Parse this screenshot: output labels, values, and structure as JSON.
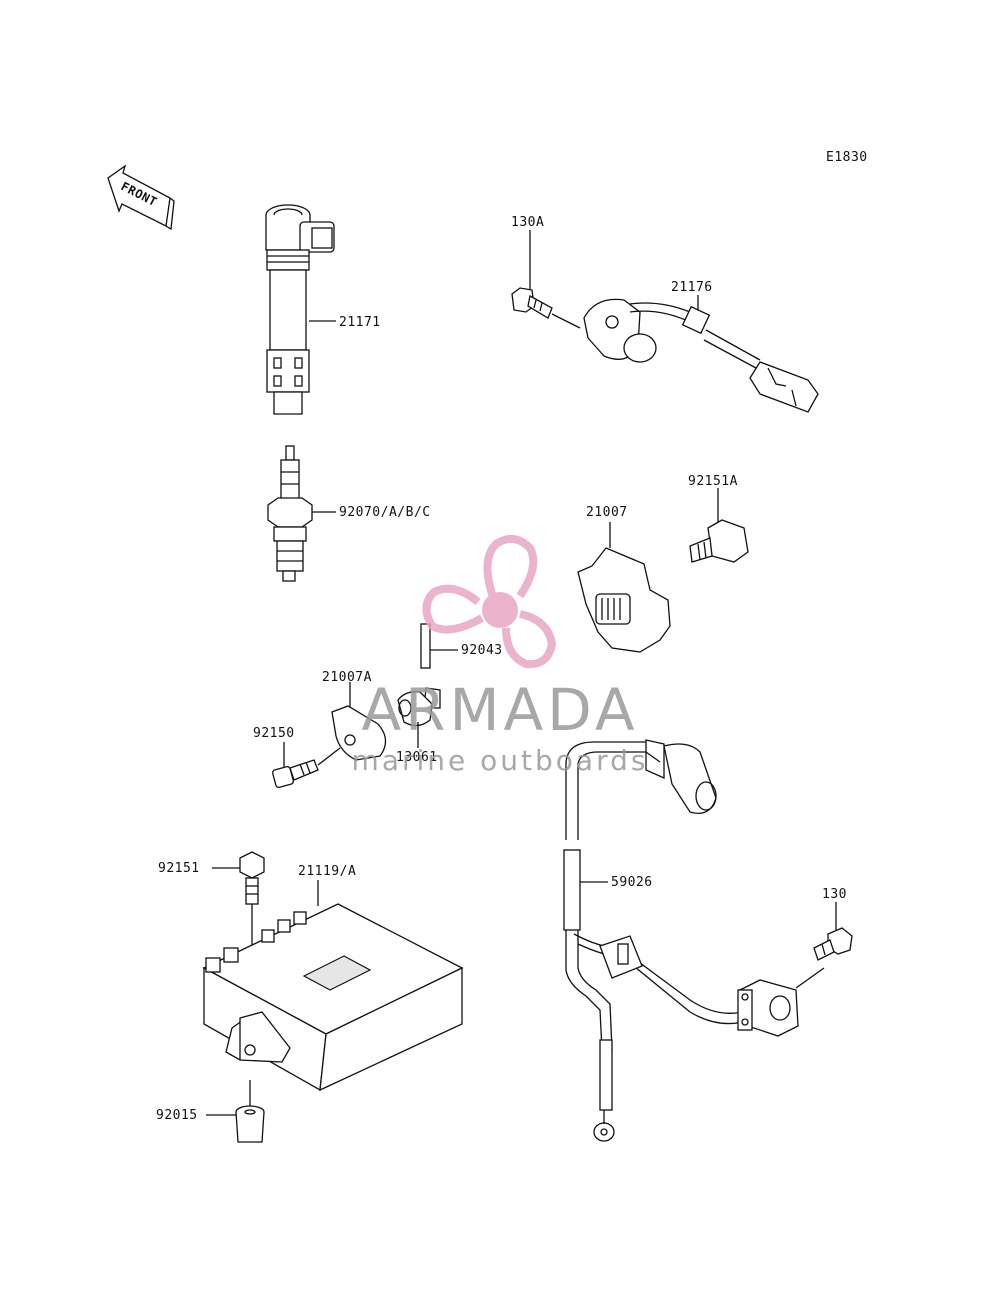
{
  "diagram_id": "E1830",
  "front_label": "FRONT",
  "watermark": {
    "brand": "ARMADA",
    "tagline": "marine outboards",
    "color": "#e8a6c4",
    "text_color": "#9a9a9a"
  },
  "parts": {
    "ignition_coil": "21171",
    "spark_plug": "92070/A/B/C",
    "bolt_130a": "130A",
    "sensor_21176": "21176",
    "bolt_92151a": "92151A",
    "timing_rotor": "21007",
    "pin_92043": "92043",
    "plate_21007a": "21007A",
    "bolt_92150": "92150",
    "collar_13061": "13061",
    "bolt_92151": "92151",
    "igniter": "21119/A",
    "harness": "59026",
    "bolt_130": "130",
    "damper_92015": "92015"
  }
}
